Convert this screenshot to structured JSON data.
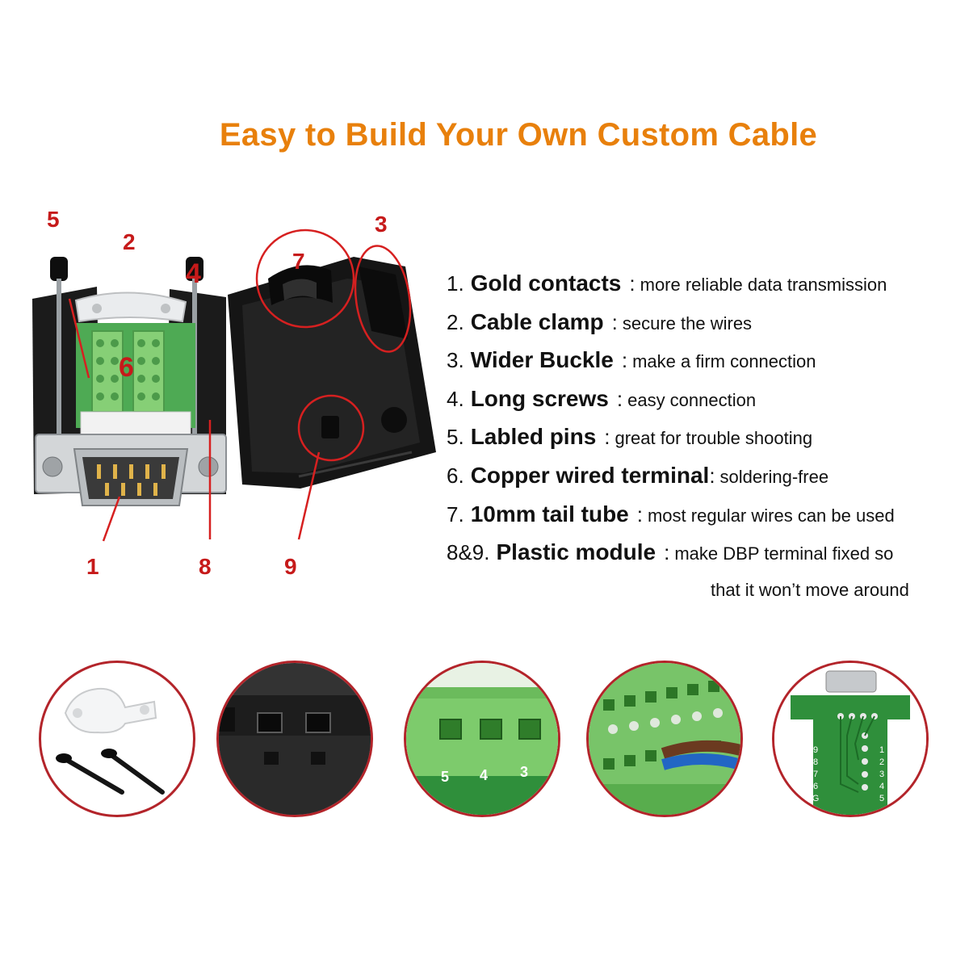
{
  "title": "Easy to Build Your Own Custom Cable",
  "callouts": [
    "1",
    "2",
    "3",
    "4",
    "5",
    "6",
    "7",
    "8",
    "9"
  ],
  "features": [
    {
      "num": "1.",
      "name": "Gold contacts",
      "sep": ":",
      "desc": "more reliable data transmission"
    },
    {
      "num": "2.",
      "name": "Cable clamp",
      "sep": ":",
      "desc": "secure the wires"
    },
    {
      "num": "3.",
      "name": "Wider Buckle",
      "sep": ":",
      "desc": "make a firm connection"
    },
    {
      "num": "4.",
      "name": "Long screws",
      "sep": ":",
      "desc": "easy connection"
    },
    {
      "num": "5.",
      "name": "Labled pins",
      "sep": ":",
      "desc": "great for trouble shooting"
    },
    {
      "num": "6.",
      "name": "Copper wired terminal",
      "sep": ":",
      "desc": "soldering-free"
    },
    {
      "num": "7.",
      "name": "10mm tail tube",
      "sep": ":",
      "desc": "most regular wires can be used"
    },
    {
      "num": "8&9.",
      "name": "Plastic module",
      "sep": ":",
      "desc": "make DBP terminal fixed so",
      "desc_continued": "that it won’t move around"
    }
  ],
  "thumb_labels": {
    "terminal_numbers": [
      "5",
      "4",
      "3"
    ],
    "pcb_top_numbers": [
      "9",
      "8",
      "7",
      "6",
      "G"
    ],
    "pcb_right_numbers": [
      "1",
      "2",
      "3",
      "4",
      "5"
    ]
  },
  "colors": {
    "title": "#e8800c",
    "callout": "#c61a1a",
    "ring": "#b3242a",
    "terminal_green": "#7cc36e",
    "pcb_green": "#2f8f3b"
  }
}
